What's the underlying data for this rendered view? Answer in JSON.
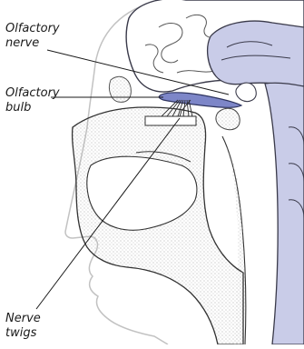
{
  "labels": {
    "olfactory_nerve": {
      "line1": "Olfactory",
      "line2": "nerve"
    },
    "olfactory_bulb": {
      "line1": "Olfactory",
      "line2": "bulb"
    },
    "nerve_twigs": {
      "line1": "Nerve",
      "line2": "twigs"
    }
  },
  "colors": {
    "brain_fill": "#c9cce8",
    "brain_stroke": "#3a3a4a",
    "bulb_fill": "#7d86c8",
    "stipple": "#9a9a9a",
    "face_outline": "#b8b8b8",
    "leader_line": "#1a1a1a"
  }
}
